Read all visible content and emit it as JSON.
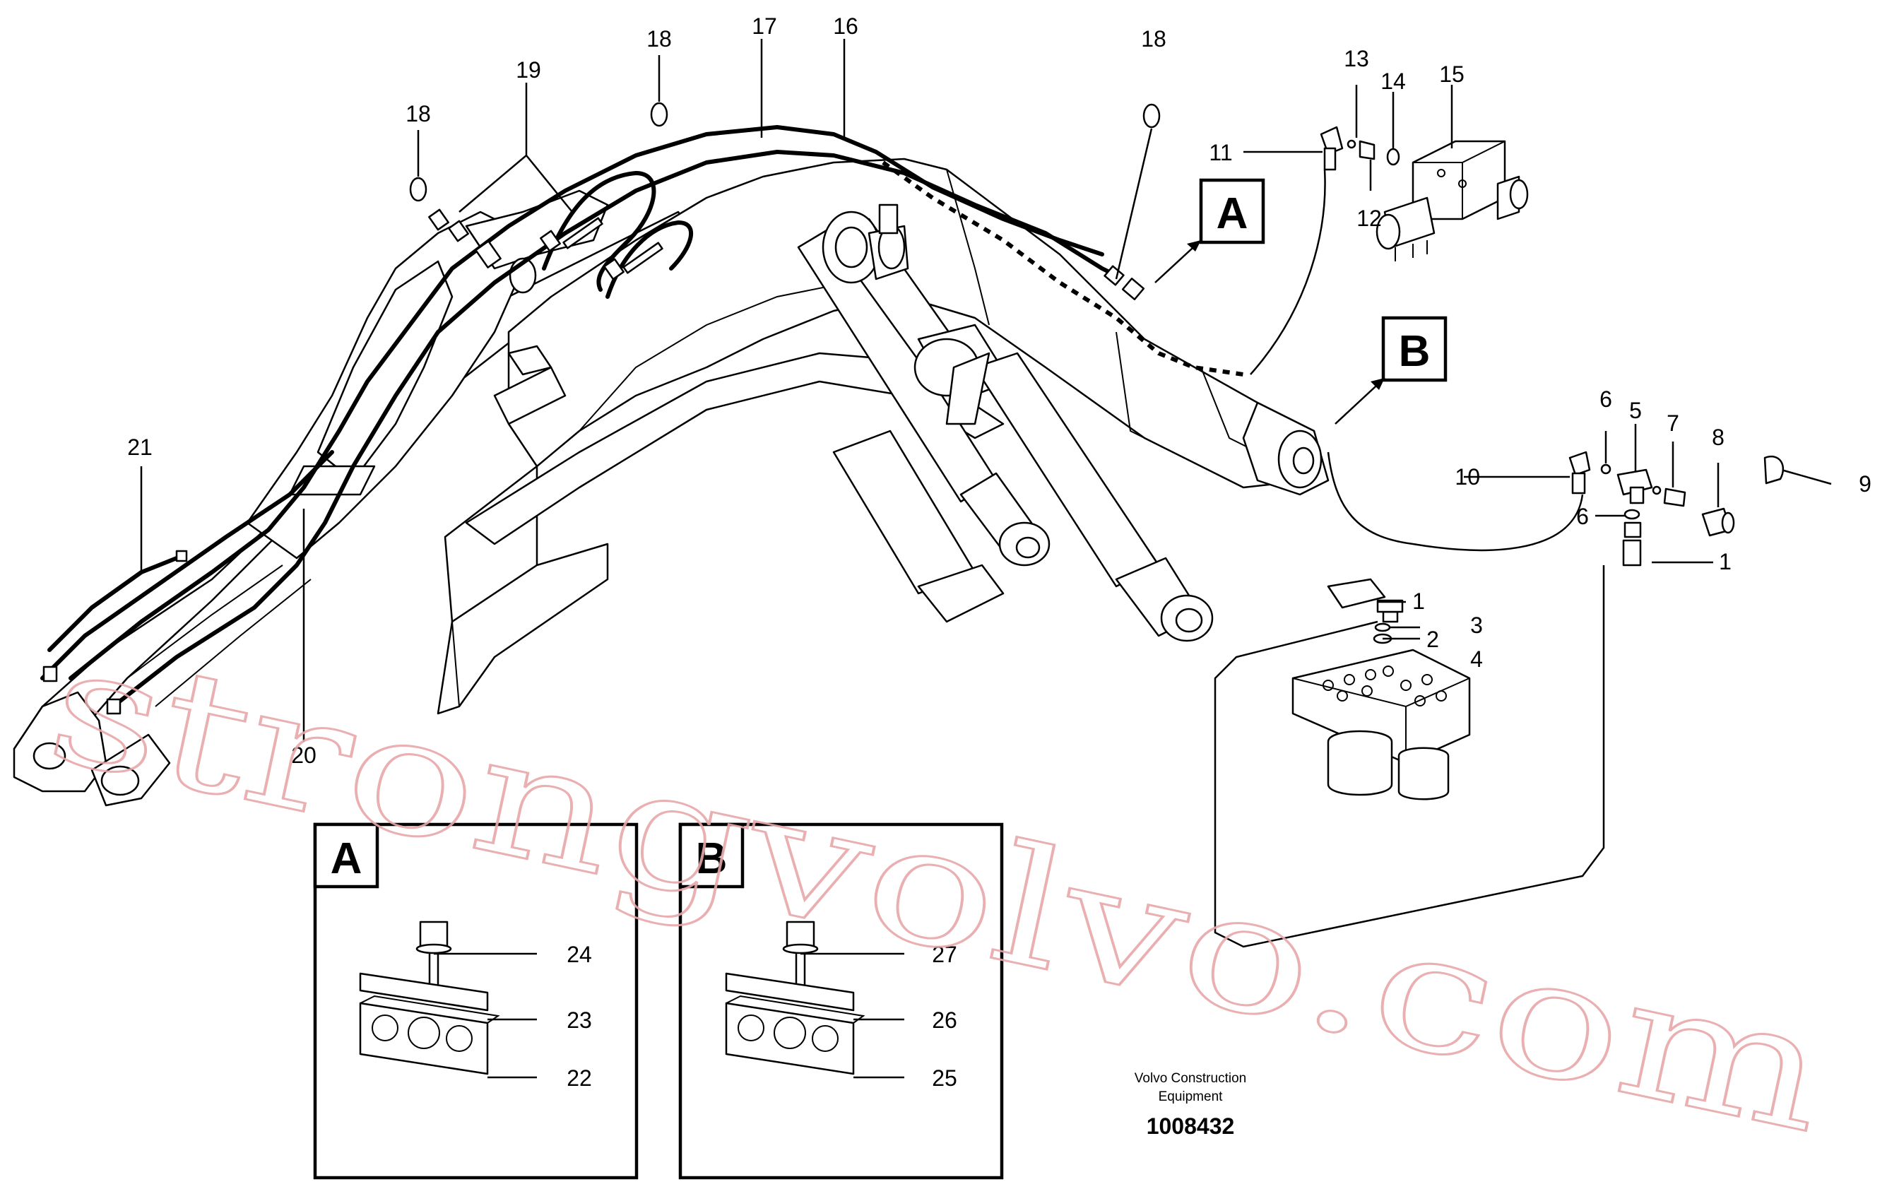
{
  "callouts": {
    "c1a": "1",
    "c1b": "1",
    "c2": "2",
    "c3": "3",
    "c4": "4",
    "c5": "5",
    "c6a": "6",
    "c6b": "6",
    "c7": "7",
    "c8": "8",
    "c9": "9",
    "c10": "10",
    "c11": "11",
    "c12": "12",
    "c13": "13",
    "c14": "14",
    "c15": "15",
    "c16": "16",
    "c17": "17",
    "c18a": "18",
    "c18b": "18",
    "c18c": "18",
    "c19": "19",
    "c20": "20",
    "c21": "21",
    "c22": "22",
    "c23": "23",
    "c24": "24",
    "c25": "25",
    "c26": "26",
    "c27": "27"
  },
  "detail_views": {
    "A": "A",
    "B": "B"
  },
  "title_block": {
    "company_line1": "Volvo Construction",
    "company_line2": "Equipment",
    "drawing_number": "1008432"
  },
  "watermark": "strongvolvo.com"
}
